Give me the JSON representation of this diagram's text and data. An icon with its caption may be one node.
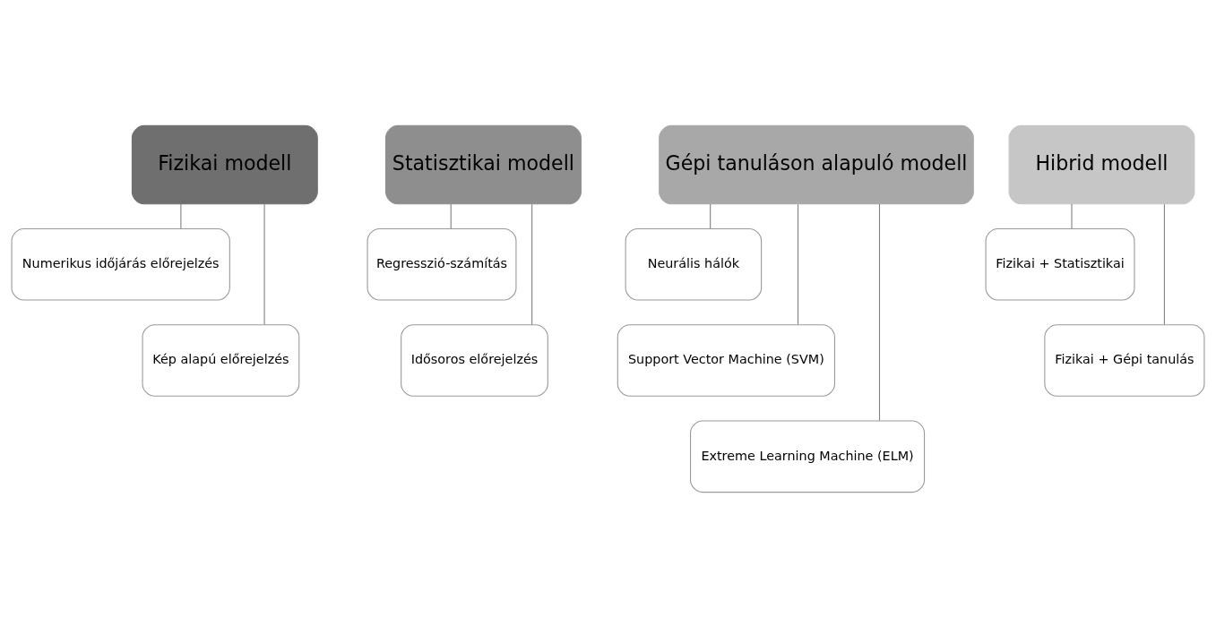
{
  "diagram": {
    "nodes": [
      {
        "text": [
          "Fizikai modell"
        ]
      },
      {
        "text": [
          "Numerikus időjárás előrejelzés"
        ]
      },
      {
        "text": [
          "Kép alapú előrejelzés"
        ]
      },
      {
        "text": [
          "Statisztikai modell"
        ]
      },
      {
        "text": [
          "Regresszió-számítás"
        ]
      },
      {
        "text": [
          "Idősoros előrejelzés"
        ]
      },
      {
        "text": [
          "Gépi tanuláson alapuló modell"
        ]
      },
      {
        "text": [
          "Neurális hálók"
        ]
      },
      {
        "text": [
          "Support Vector Machine (SVM)"
        ]
      },
      {
        "text": [
          "Extreme Learning Machine (ELM)"
        ]
      },
      {
        "text": [
          "Hibrid modell"
        ]
      },
      {
        "text": [
          "Fizikai + Statisztikai"
        ]
      },
      {
        "text": [
          "Fizikai + Gépi tanulás"
        ]
      }
    ],
    "edges": [
      {
        "from": 0,
        "to": 1,
        "arrow": "none"
      },
      {
        "from": 0,
        "to": 2,
        "arrow": "none"
      },
      {
        "from": 3,
        "to": 4,
        "arrow": "none"
      },
      {
        "from": 3,
        "to": 5,
        "arrow": "none"
      },
      {
        "from": 6,
        "to": 7,
        "arrow": "none"
      },
      {
        "from": 6,
        "to": 8,
        "arrow": "none"
      },
      {
        "from": 6,
        "to": 9,
        "arrow": "none"
      },
      {
        "from": 10,
        "to": 11,
        "arrow": "none"
      },
      {
        "from": 10,
        "to": 12,
        "arrow": "none"
      }
    ]
  }
}
